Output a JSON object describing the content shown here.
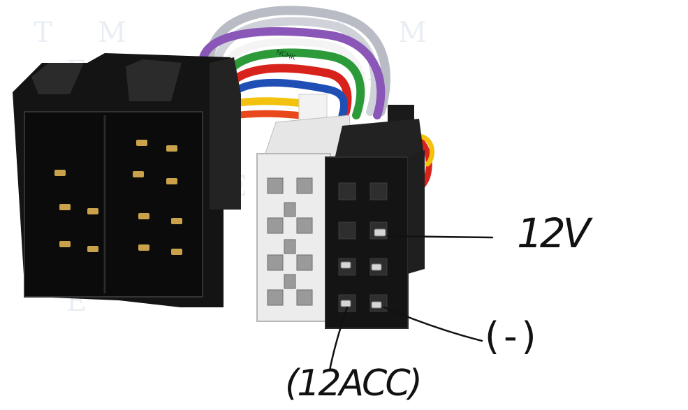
{
  "watermark": {
    "letters": [
      "T",
      "M",
      "E"
    ]
  },
  "wire_print": "NCHK",
  "annotations": {
    "label_12v": "12V",
    "label_ground": "(-)",
    "label_acc": "(12ACC)"
  },
  "colors": {
    "connector_black": "#141414",
    "connector_white": "#ececec",
    "pin_brass": "#c9a24a",
    "wire_red": "#d8231c",
    "wire_yellow": "#f2c20f",
    "wire_purple": "#8a57b8",
    "wire_green": "#2d9a3a",
    "wire_blue": "#1f4fb5",
    "wire_grey": "#b9bcc4"
  }
}
